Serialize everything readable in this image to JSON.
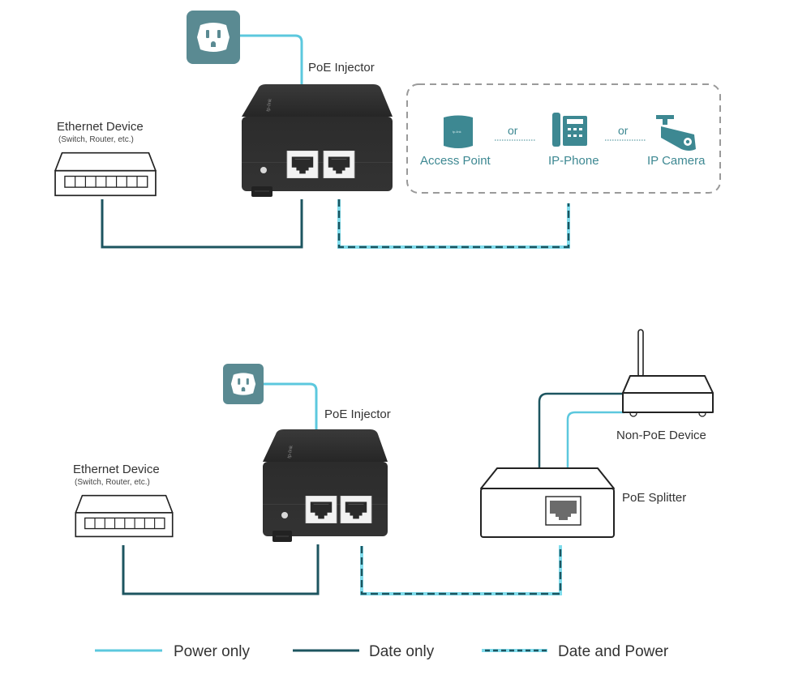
{
  "colors": {
    "power_only": "#5cc8de",
    "data_only": "#1d5560",
    "data_and_power_dash": "#1d5560",
    "data_and_power_glow": "#7fdcec",
    "icon_teal": "#3d8892",
    "outlet_bg": "#5a8a92",
    "injector_body": "#2e2e2e",
    "dashed_box": "#9a9a9a"
  },
  "diagram_top": {
    "outlet": {
      "icon": "power-outlet-icon"
    },
    "injector": {
      "label": "PoE Injector"
    },
    "ethernet_device": {
      "label": "Ethernet Device",
      "sublabel": "(Switch, Router, etc.)"
    },
    "poe_devices": {
      "items": [
        {
          "label": "Access Point",
          "icon": "access-point-icon"
        },
        {
          "label": "IP-Phone",
          "icon": "ip-phone-icon"
        },
        {
          "label": "IP Camera",
          "icon": "ip-camera-icon"
        }
      ],
      "separator": "or"
    }
  },
  "diagram_bottom": {
    "outlet": {
      "icon": "power-outlet-icon"
    },
    "injector": {
      "label": "PoE Injector"
    },
    "ethernet_device": {
      "label": "Ethernet Device",
      "sublabel": "(Switch, Router, etc.)"
    },
    "non_poe_device": {
      "label": "Non-PoE Device"
    },
    "splitter": {
      "label": "PoE Splitter"
    }
  },
  "legend": {
    "items": [
      {
        "label": "Power only",
        "style": "power_only"
      },
      {
        "label": "Date only",
        "style": "data_only"
      },
      {
        "label": "Date and Power",
        "style": "data_and_power"
      }
    ]
  }
}
